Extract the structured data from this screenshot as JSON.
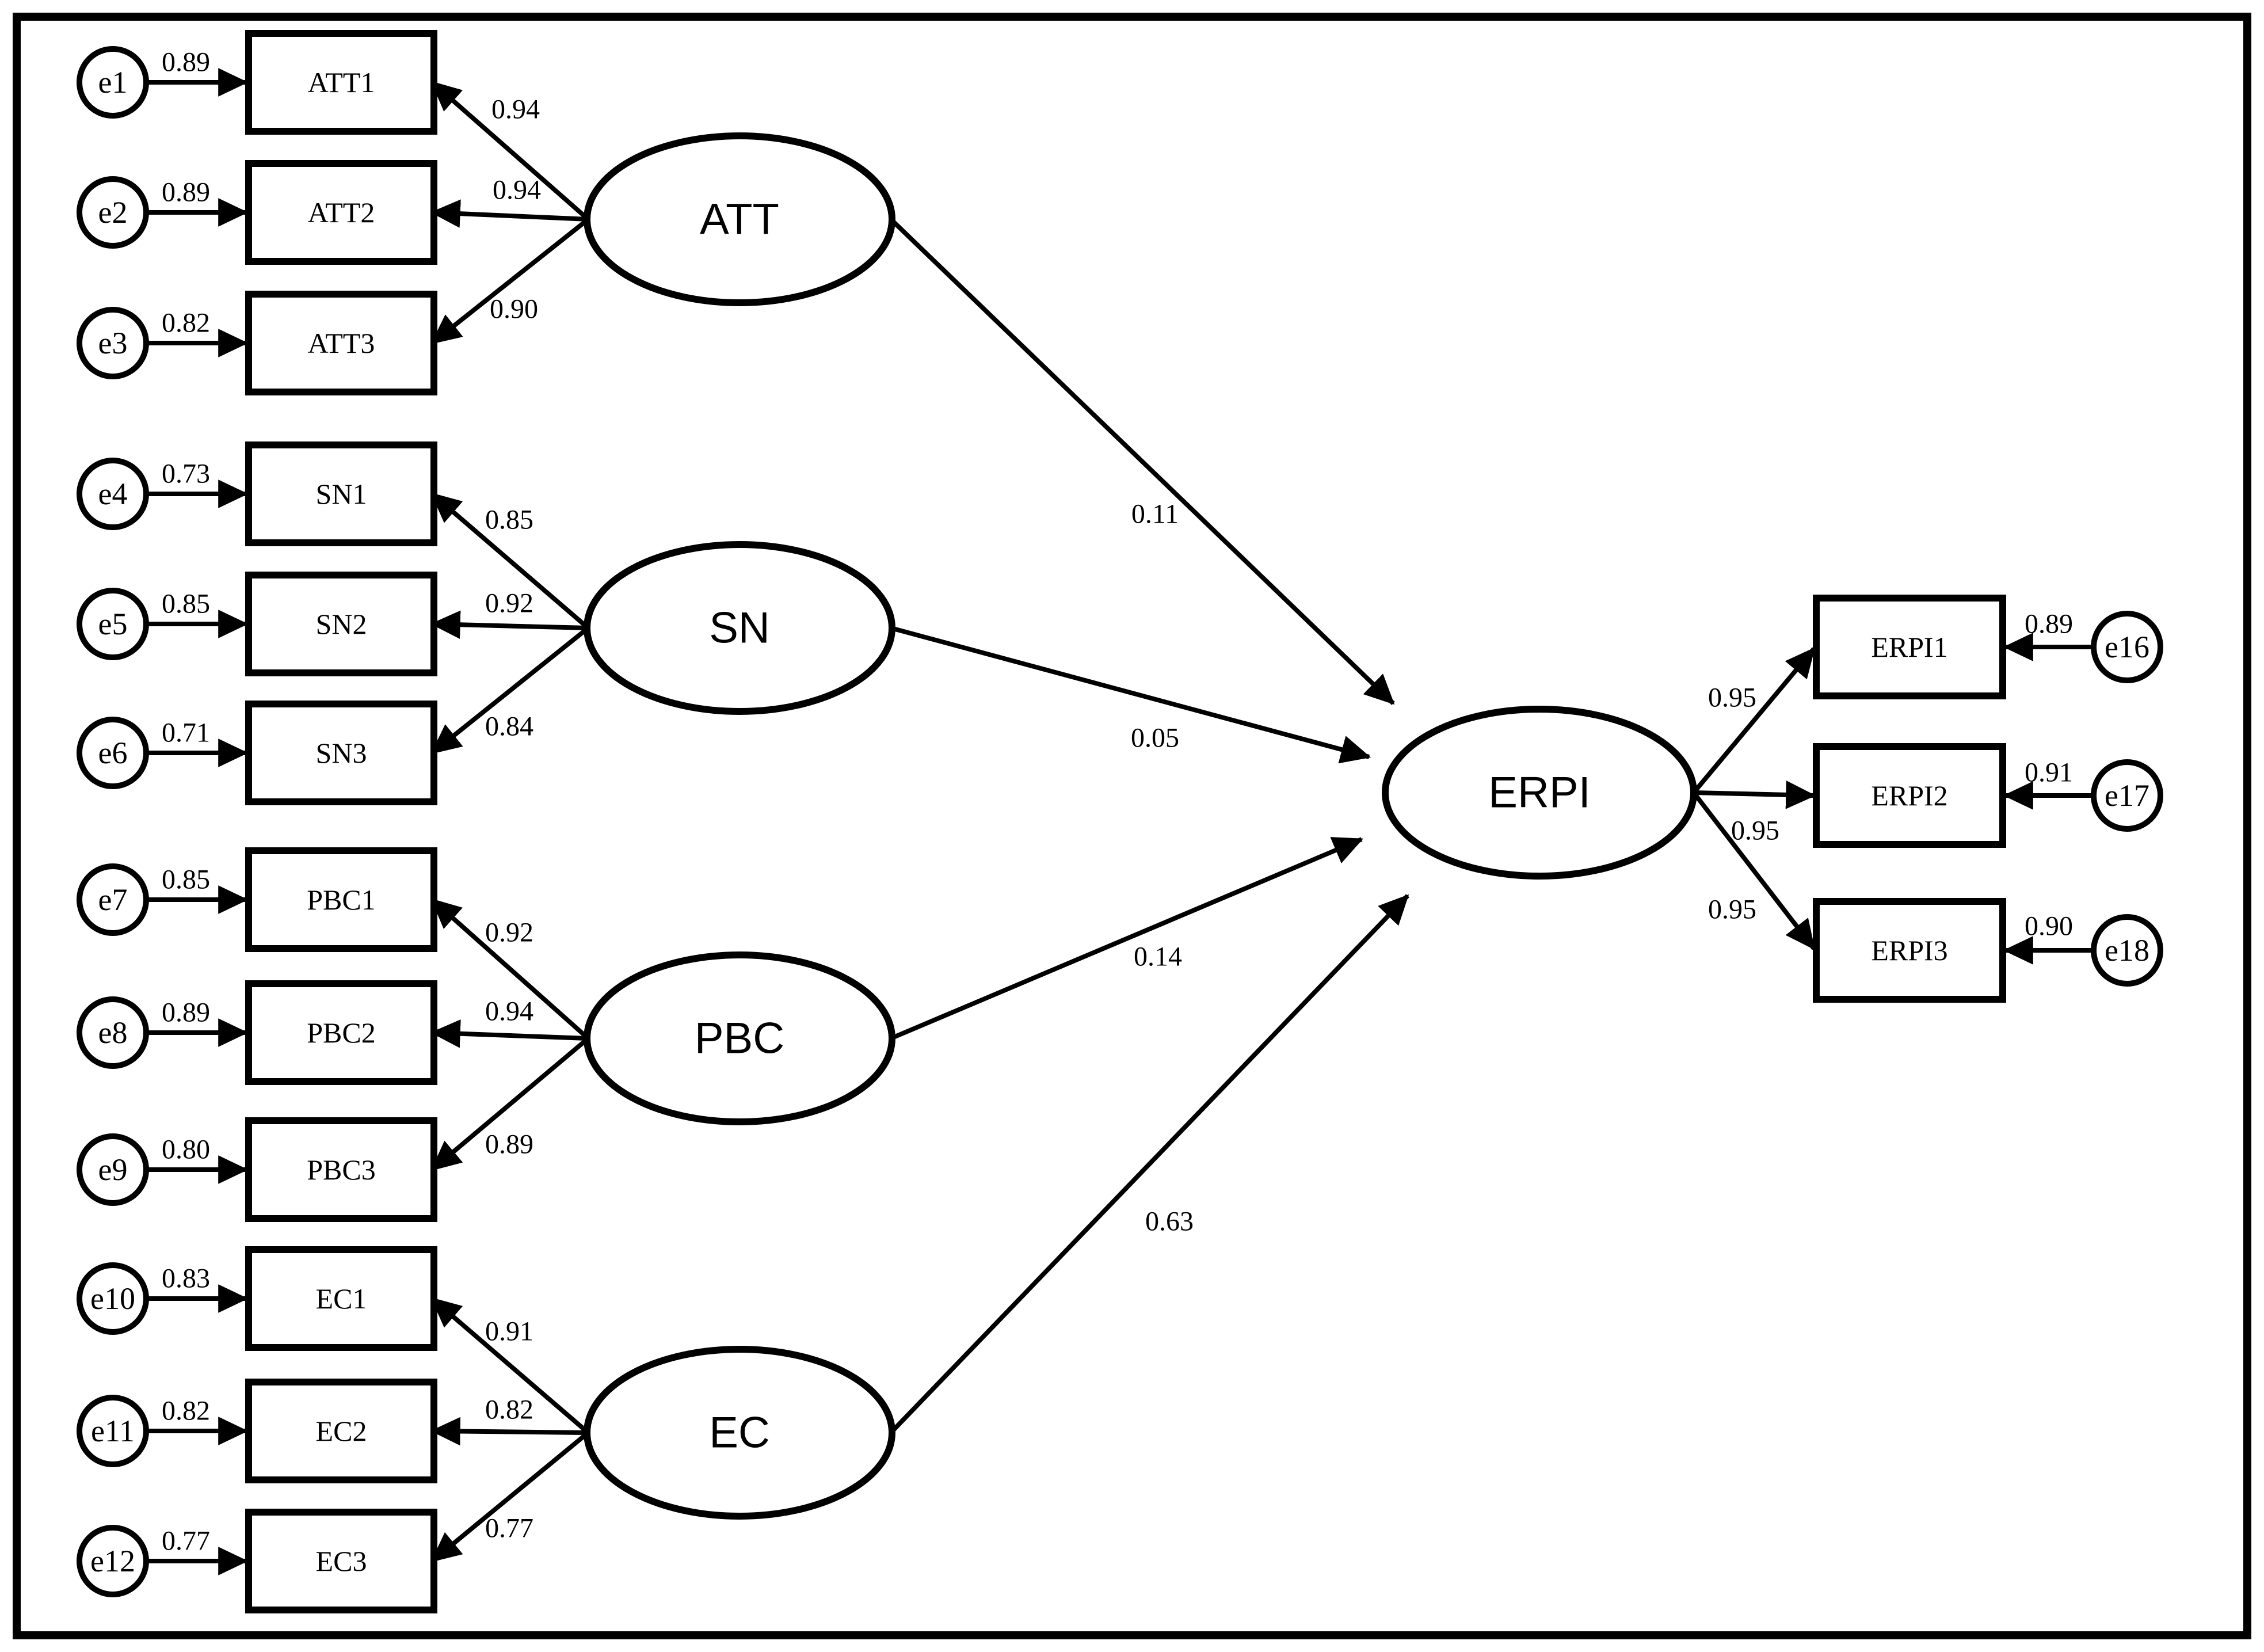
{
  "colors": {
    "ink": "#000000",
    "background": "#ffffff"
  },
  "model": {
    "predictors": [
      {
        "name": "ATT",
        "coef_to_outcome": "0.11",
        "indicators": [
          {
            "name": "ATT1",
            "loading": "0.94",
            "error": "e1",
            "error_weight": "0.89"
          },
          {
            "name": "ATT2",
            "loading": "0.94",
            "error": "e2",
            "error_weight": "0.89"
          },
          {
            "name": "ATT3",
            "loading": "0.90",
            "error": "e3",
            "error_weight": "0.82"
          }
        ]
      },
      {
        "name": "SN",
        "coef_to_outcome": "0.05",
        "indicators": [
          {
            "name": "SN1",
            "loading": "0.85",
            "error": "e4",
            "error_weight": "0.73"
          },
          {
            "name": "SN2",
            "loading": "0.92",
            "error": "e5",
            "error_weight": "0.85"
          },
          {
            "name": "SN3",
            "loading": "0.84",
            "error": "e6",
            "error_weight": "0.71"
          }
        ]
      },
      {
        "name": "PBC",
        "coef_to_outcome": "0.14",
        "indicators": [
          {
            "name": "PBC1",
            "loading": "0.92",
            "error": "e7",
            "error_weight": "0.85"
          },
          {
            "name": "PBC2",
            "loading": "0.94",
            "error": "e8",
            "error_weight": "0.89"
          },
          {
            "name": "PBC3",
            "loading": "0.89",
            "error": "e9",
            "error_weight": "0.80"
          }
        ]
      },
      {
        "name": "EC",
        "coef_to_outcome": "0.63",
        "indicators": [
          {
            "name": "EC1",
            "loading": "0.91",
            "error": "e10",
            "error_weight": "0.83"
          },
          {
            "name": "EC2",
            "loading": "0.82",
            "error": "e11",
            "error_weight": "0.82"
          },
          {
            "name": "EC3",
            "loading": "0.77",
            "error": "e12",
            "error_weight": "0.77"
          }
        ]
      }
    ],
    "outcome": {
      "name": "ERPI",
      "indicators": [
        {
          "name": "ERPI1",
          "loading": "0.95",
          "error": "e16",
          "error_weight": "0.89"
        },
        {
          "name": "ERPI2",
          "loading": "0.95",
          "error": "e17",
          "error_weight": "0.91"
        },
        {
          "name": "ERPI3",
          "loading": "0.95",
          "error": "e18",
          "error_weight": "0.90"
        }
      ]
    }
  }
}
